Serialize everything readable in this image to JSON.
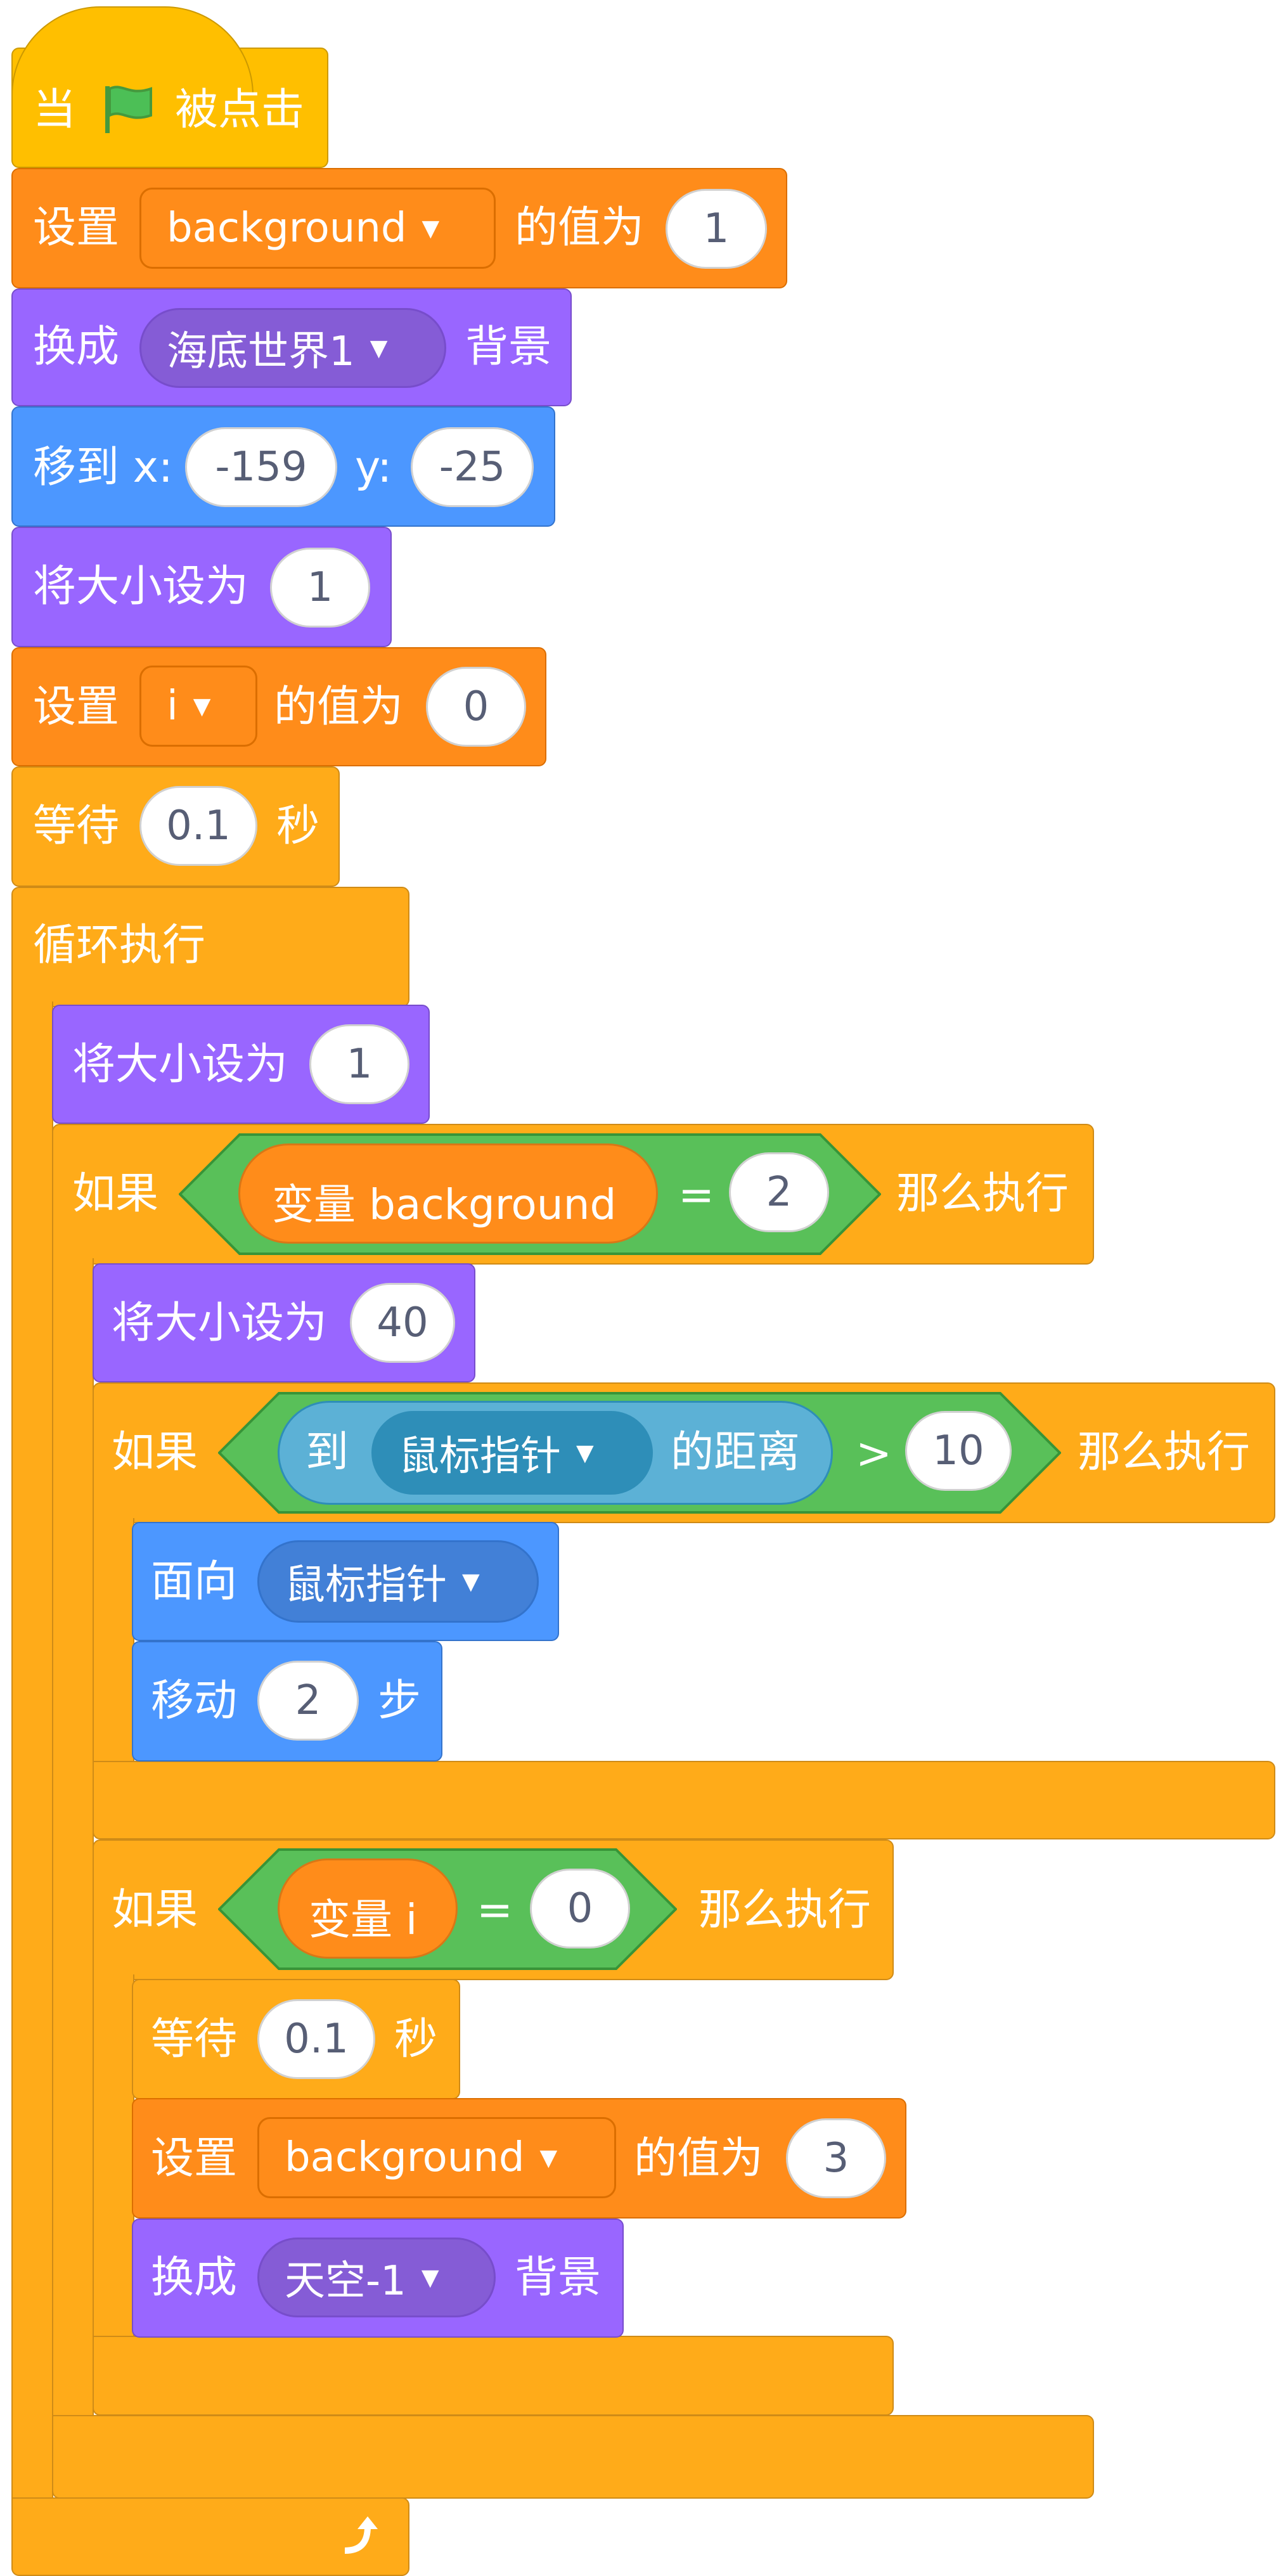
{
  "colors": {
    "events": "#ffbf00",
    "variables": "#ff8c1a",
    "looks": "#9966ff",
    "motion": "#4c97ff",
    "control": "#ffab19",
    "operators": "#59c059",
    "sensing": "#5cb1d6"
  },
  "hat": {
    "prefix": "当",
    "flag_icon": "green-flag-icon",
    "suffix": "被点击"
  },
  "set_bg1": {
    "label": "设置",
    "variable": "background",
    "mid": "的值为",
    "value": "1"
  },
  "switch1": {
    "label": "换成",
    "backdrop": "海底世界1",
    "suffix": "背景"
  },
  "goto": {
    "label": "移到 x:",
    "x": "-159",
    "y_label": "y:",
    "y": "-25"
  },
  "size1": {
    "label": "将大小设为",
    "value": "1"
  },
  "set_i": {
    "label": "设置",
    "variable": "i",
    "mid": "的值为",
    "value": "0"
  },
  "wait1": {
    "label": "等待",
    "value": "0.1",
    "suffix": "秒"
  },
  "forever": {
    "label": "循环执行",
    "loop_icon": "loop-arrow-icon"
  },
  "size2": {
    "label": "将大小设为",
    "value": "1"
  },
  "if1": {
    "label": "如果",
    "reporter": "变量 background",
    "op": "=",
    "value": "2",
    "then": "那么执行"
  },
  "size3": {
    "label": "将大小设为",
    "value": "40"
  },
  "if2": {
    "label": "如果",
    "to": "到",
    "target": "鼠标指针",
    "distance": "的距离",
    "op": ">",
    "value": "10",
    "then": "那么执行"
  },
  "point": {
    "label": "面向",
    "target": "鼠标指针"
  },
  "move": {
    "label": "移动",
    "value": "2",
    "suffix": "步"
  },
  "if3": {
    "label": "如果",
    "reporter": "变量 i",
    "op": "=",
    "value": "0",
    "then": "那么执行"
  },
  "wait2": {
    "label": "等待",
    "value": "0.1",
    "suffix": "秒"
  },
  "set_bg3": {
    "label": "设置",
    "variable": "background",
    "mid": "的值为",
    "value": "3"
  },
  "switch2": {
    "label": "换成",
    "backdrop": "天空-1",
    "suffix": "背景"
  }
}
